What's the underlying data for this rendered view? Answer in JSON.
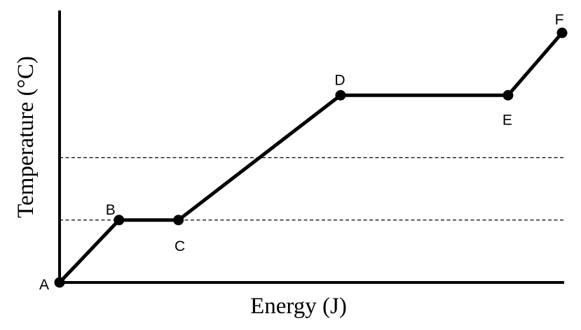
{
  "chart_data": {
    "type": "line",
    "title": "",
    "xlabel": "Energy (J)",
    "ylabel": "Temperature (°C)",
    "x_ticks": "none",
    "y_ticks": "none",
    "grid": false,
    "reference_lines": [
      {
        "axis": "y",
        "value": 1,
        "style": "dashed"
      },
      {
        "axis": "y",
        "value": 2,
        "style": "dashed"
      }
    ],
    "points": [
      {
        "label": "A",
        "x": 0.0,
        "y": 0.0
      },
      {
        "label": "B",
        "x": 1.1,
        "y": 1.0
      },
      {
        "label": "C",
        "x": 2.2,
        "y": 1.0
      },
      {
        "label": "D",
        "x": 5.2,
        "y": 3.0
      },
      {
        "label": "E",
        "x": 8.3,
        "y": 3.0
      },
      {
        "label": "F",
        "x": 9.3,
        "y": 4.0
      }
    ]
  }
}
